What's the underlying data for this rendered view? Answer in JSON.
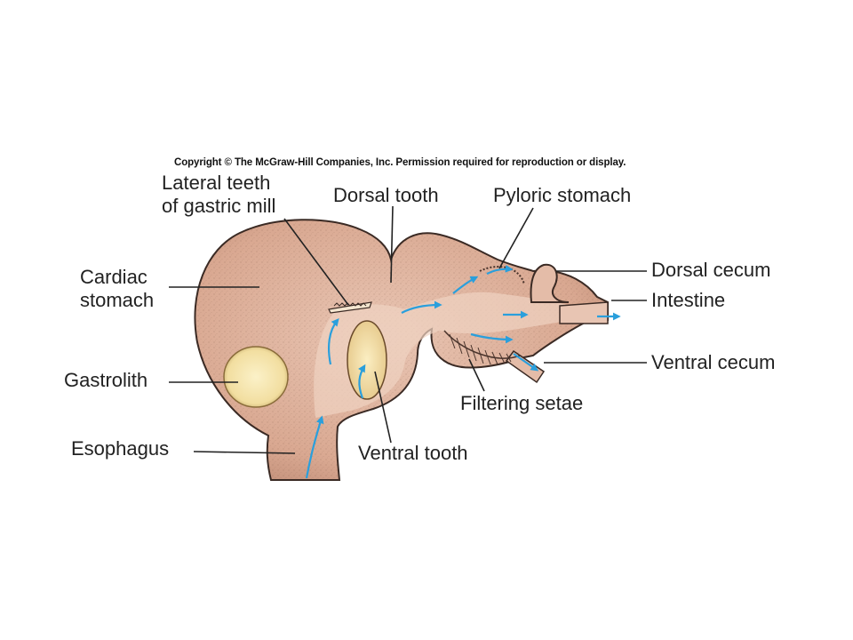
{
  "copyright": "Copyright © The McGraw-Hill Companies, Inc. Permission required for reproduction or display.",
  "labels": {
    "lateral_teeth_line1": "Lateral teeth",
    "lateral_teeth_line2": "of gastric mill",
    "dorsal_tooth": "Dorsal tooth",
    "pyloric_stomach": "Pyloric stomach",
    "cardiac_line1": "Cardiac",
    "cardiac_line2": "stomach",
    "dorsal_cecum": "Dorsal cecum",
    "intestine": "Intestine",
    "ventral_cecum": "Ventral cecum",
    "gastrolith": "Gastrolith",
    "filtering_setae": "Filtering setae",
    "esophagus": "Esophagus",
    "ventral_tooth": "Ventral tooth"
  },
  "colors": {
    "tissue": "#dfb4a0",
    "tissue_dark": "#b98670",
    "flow_arrow": "#2a9fdc",
    "gastrolith": "#f7e8b4",
    "outline": "#3a2a24"
  }
}
